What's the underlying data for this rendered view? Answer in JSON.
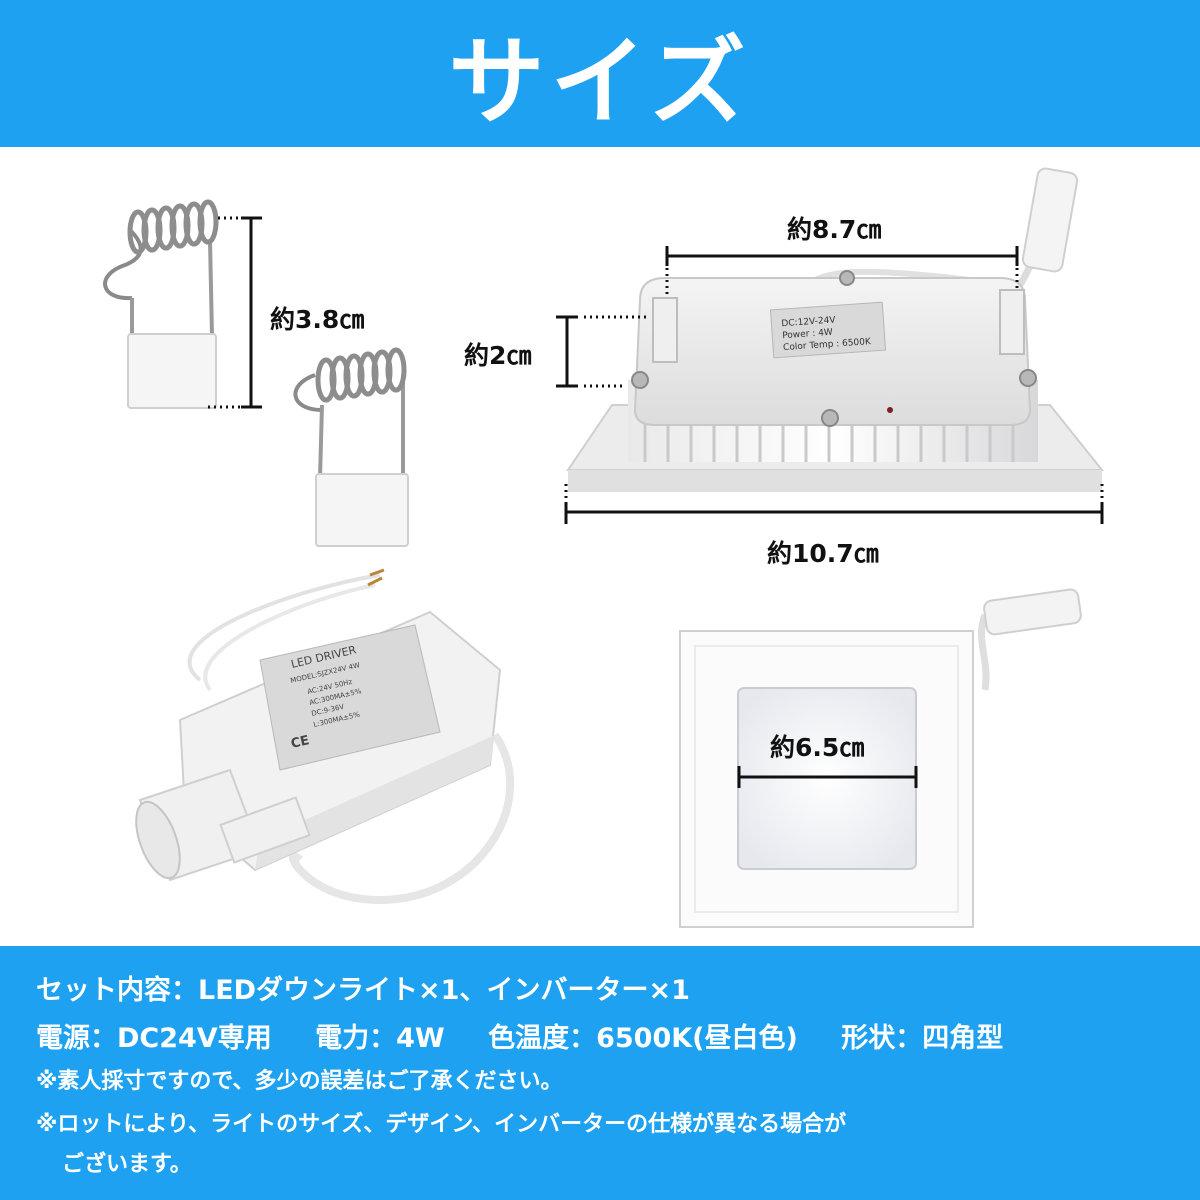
{
  "header": {
    "title": "サイズ"
  },
  "dimensions": {
    "spring_height": "約3.8㎝",
    "top_width": "約8.7㎝",
    "depth": "約2㎝",
    "outer_width": "約10.7㎝",
    "face_width": "約6.5㎝"
  },
  "driver_label": {
    "title": "LED DRIVER",
    "model": "MODEL:SJZX24V 4W",
    "ac1": "AC:24V 50Hz",
    "ac2": "AC:300MA±5%",
    "dc1": "DC:9-36V",
    "dc2": "L:300MA±5%",
    "ce": "CE"
  },
  "back_label": {
    "line1": "DC:12V-24V",
    "line2": "Power : 4W",
    "line3": "Color Temp : 6500K"
  },
  "footer": {
    "set_contents": "セット内容：LEDダウンライト×1、インバーター×1",
    "power_source": "電源：DC24V専用",
    "wattage": "電力：4W",
    "color_temp": "色温度：6500K(昼白色)",
    "shape": "形状：四角型",
    "note1": "※素人採寸ですので、多少の誤差はご了承ください。",
    "note2": "※ロットにより、ライトのサイズ、デザイン、インバーターの仕様が異なる場合が",
    "note3": "ございます。"
  },
  "colors": {
    "accent": "#1ea1f1",
    "text": "#111111"
  }
}
